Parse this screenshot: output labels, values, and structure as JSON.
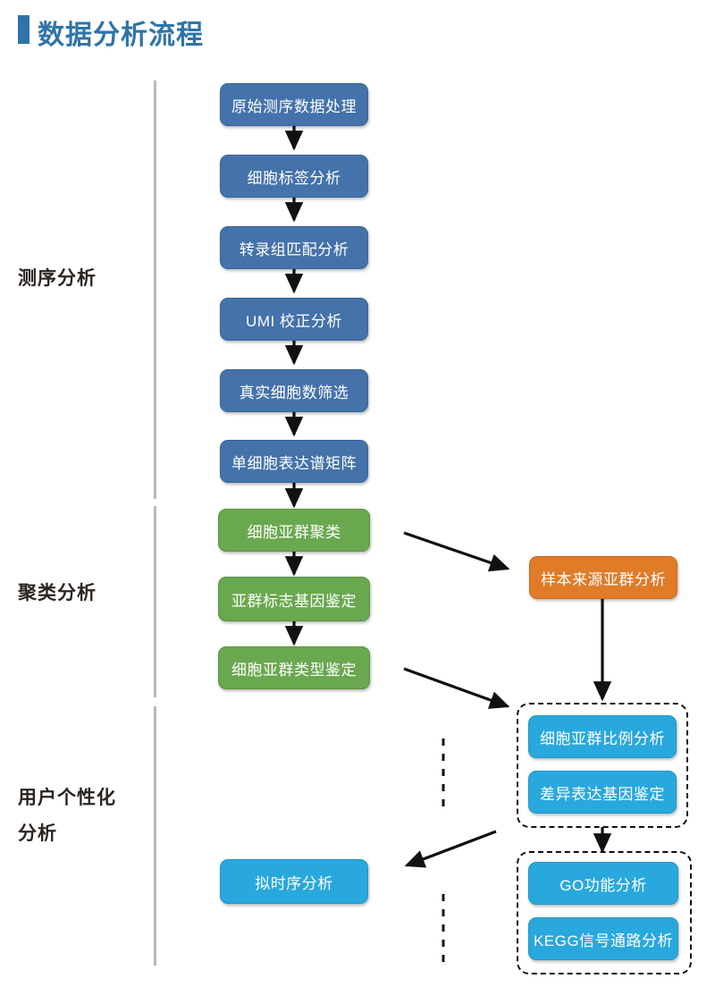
{
  "header": {
    "title": "数据分析流程",
    "accent_color": "#2e74a8"
  },
  "stages": [
    {
      "label": "测序分析"
    },
    {
      "label": "聚类分析"
    },
    {
      "label": "用户个性化\n分析"
    }
  ],
  "colors": {
    "blue": "#4472aa",
    "green": "#6aa84f",
    "orange": "#e07b28",
    "cyan": "#29a8dd",
    "rail": "#b8b8b8",
    "arrow": "#111111"
  },
  "flow": {
    "sequencing_nodes": [
      {
        "label": "原始测序数据处理",
        "color": "blue"
      },
      {
        "label": "细胞标签分析",
        "color": "blue"
      },
      {
        "label": "转录组匹配分析",
        "color": "blue"
      },
      {
        "label": "UMI 校正分析",
        "color": "blue"
      },
      {
        "label": "真实细胞数筛选",
        "color": "blue"
      },
      {
        "label": "单细胞表达谱矩阵",
        "color": "blue"
      }
    ],
    "clustering_nodes": [
      {
        "label": "细胞亚群聚类",
        "color": "green"
      },
      {
        "label": "亚群标志基因鉴定",
        "color": "green"
      },
      {
        "label": "细胞亚群类型鉴定",
        "color": "green"
      }
    ],
    "sample_source_node": {
      "label": "样本来源亚群分析",
      "color": "orange"
    },
    "pseudotime_node": {
      "label": "拟时序分析",
      "color": "cyan"
    },
    "group_one": {
      "nodes": [
        {
          "label": "细胞亚群比例分析",
          "color": "cyan"
        },
        {
          "label": "差异表达基因鉴定",
          "color": "cyan"
        }
      ]
    },
    "group_two": {
      "nodes": [
        {
          "label": "GO功能分析",
          "color": "cyan"
        },
        {
          "label": "KEGG信号通路分析",
          "color": "cyan"
        }
      ]
    }
  }
}
